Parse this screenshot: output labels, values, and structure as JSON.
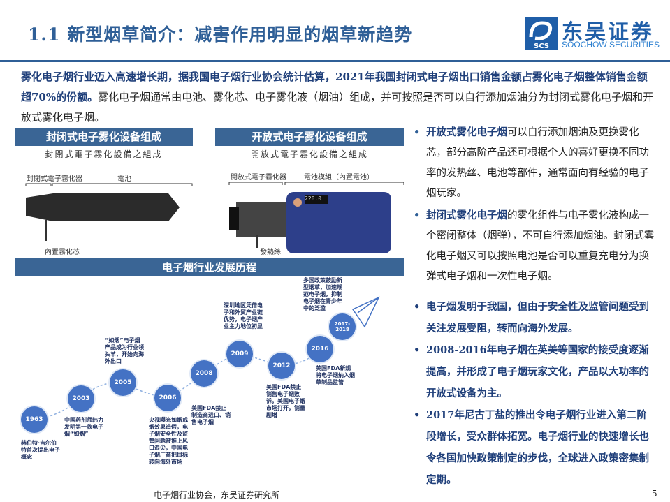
{
  "header": {
    "title": "1.1  新型烟草简介：减害作用明显的烟草新趋势",
    "logo_cn": "东吴证券",
    "logo_en": "SOOCHOW SECURITIES",
    "logo_mark": "SCS"
  },
  "intro": {
    "bold": "雾化电子烟行业迈入高速增长期，据我国电子烟行业协会统计估算，2021年我国封闭式电子烟出口销售金额占雾化电子烟整体销售金额超70%的份额。",
    "normal": "雾化电子烟通常由电池、雾化芯、电子雾化液（烟油）组成，并可按照是否可以自行添加烟油分为封闭式雾化电子烟和开放式雾化电子烟。"
  },
  "closed": {
    "bar": "封闭式电子雾化设备组成",
    "caption": "封閉式電子霧化設備之組成",
    "atomizer": "封閉式電子霧化器",
    "battery": "電池",
    "core": "內置霧化芯"
  },
  "open": {
    "bar": "开放式电子雾化设备组成",
    "caption": "開放式電子霧化設備之組成",
    "atomizer": "開放式電子霧化器",
    "battery": "電池模組（內置電池）",
    "coil": "發熱絲",
    "screen": "220.0"
  },
  "timeline": {
    "bar": "电子烟行业发展历程",
    "events": [
      {
        "year": "1963",
        "text": "赫伯特·吉尔伯特首次提出电子概念"
      },
      {
        "year": "2003",
        "text": "中国药剂师韩力发明第一款电子烟“如烟”"
      },
      {
        "year": "2005",
        "text": "“如烟”电子烟产品成为行业领头羊，开始向海外出口"
      },
      {
        "year": "2006",
        "text": "央视曝光如烟戒烟效果造假，电子烟安全性及监管问题被推上风口浪尖，中国电子烟厂商把目标转向海外市场"
      },
      {
        "year": "2008",
        "text": "美国FDA禁止制造商进口、销售电子烟"
      },
      {
        "year": "2009",
        "text": "深圳地区凭借电子和外贸产业链优势，电子烟产业主力地位初显"
      },
      {
        "year": "2012",
        "text": "美国FDA禁止销售电子烟败诉，美国电子烟市场打开，销量剧增"
      },
      {
        "year": "2016",
        "text": "美国FDA新规将电子烟纳入烟草制品监管"
      },
      {
        "year": "2017-2018",
        "text": "多国政策鼓励新型烟草，加速规范电子烟，抑制电子烟在青少年中的泛滥"
      }
    ]
  },
  "right": {
    "b1_bold": "开放式雾化电子烟",
    "b1_text": "可以自行添加烟油及更换雾化芯，部分高阶产品还可根据个人的喜好更换不同功率的发热丝、电池等部件，通常面向有经验的电子烟玩家。",
    "b2_bold": "封闭式雾化电子烟",
    "b2_text": "的雾化组件与电子雾化液构成一个密闭整体（烟弹），不可自行添加烟油。封闭式雾化电子烟又可以按照电池是否可以重复充电分为换弹式电子烟和一次性电子烟。",
    "b3": "电子烟发明于我国，但由于安全性及监管问题受到关注发展受阻，转而向海外发展。",
    "b4": "2008-2016年电子烟在英美等国家的接受度逐渐提高，并形成了电子烟玩家文化，产品以大功率的开放式设备为主。",
    "b5": "2017年尼古丁盐的推出令电子烟行业进入第二阶段增长，受众群体拓宽。电子烟行业的快速增长也令各国加快政策制定的步伐，全球进入政策密集制定期。"
  },
  "footer": {
    "source": "电子烟行业协会，东吴证券研究所",
    "page": "5"
  },
  "colors": {
    "brand": "#2f5f97",
    "bar": "#3a6595",
    "circle": "#4472c4"
  }
}
